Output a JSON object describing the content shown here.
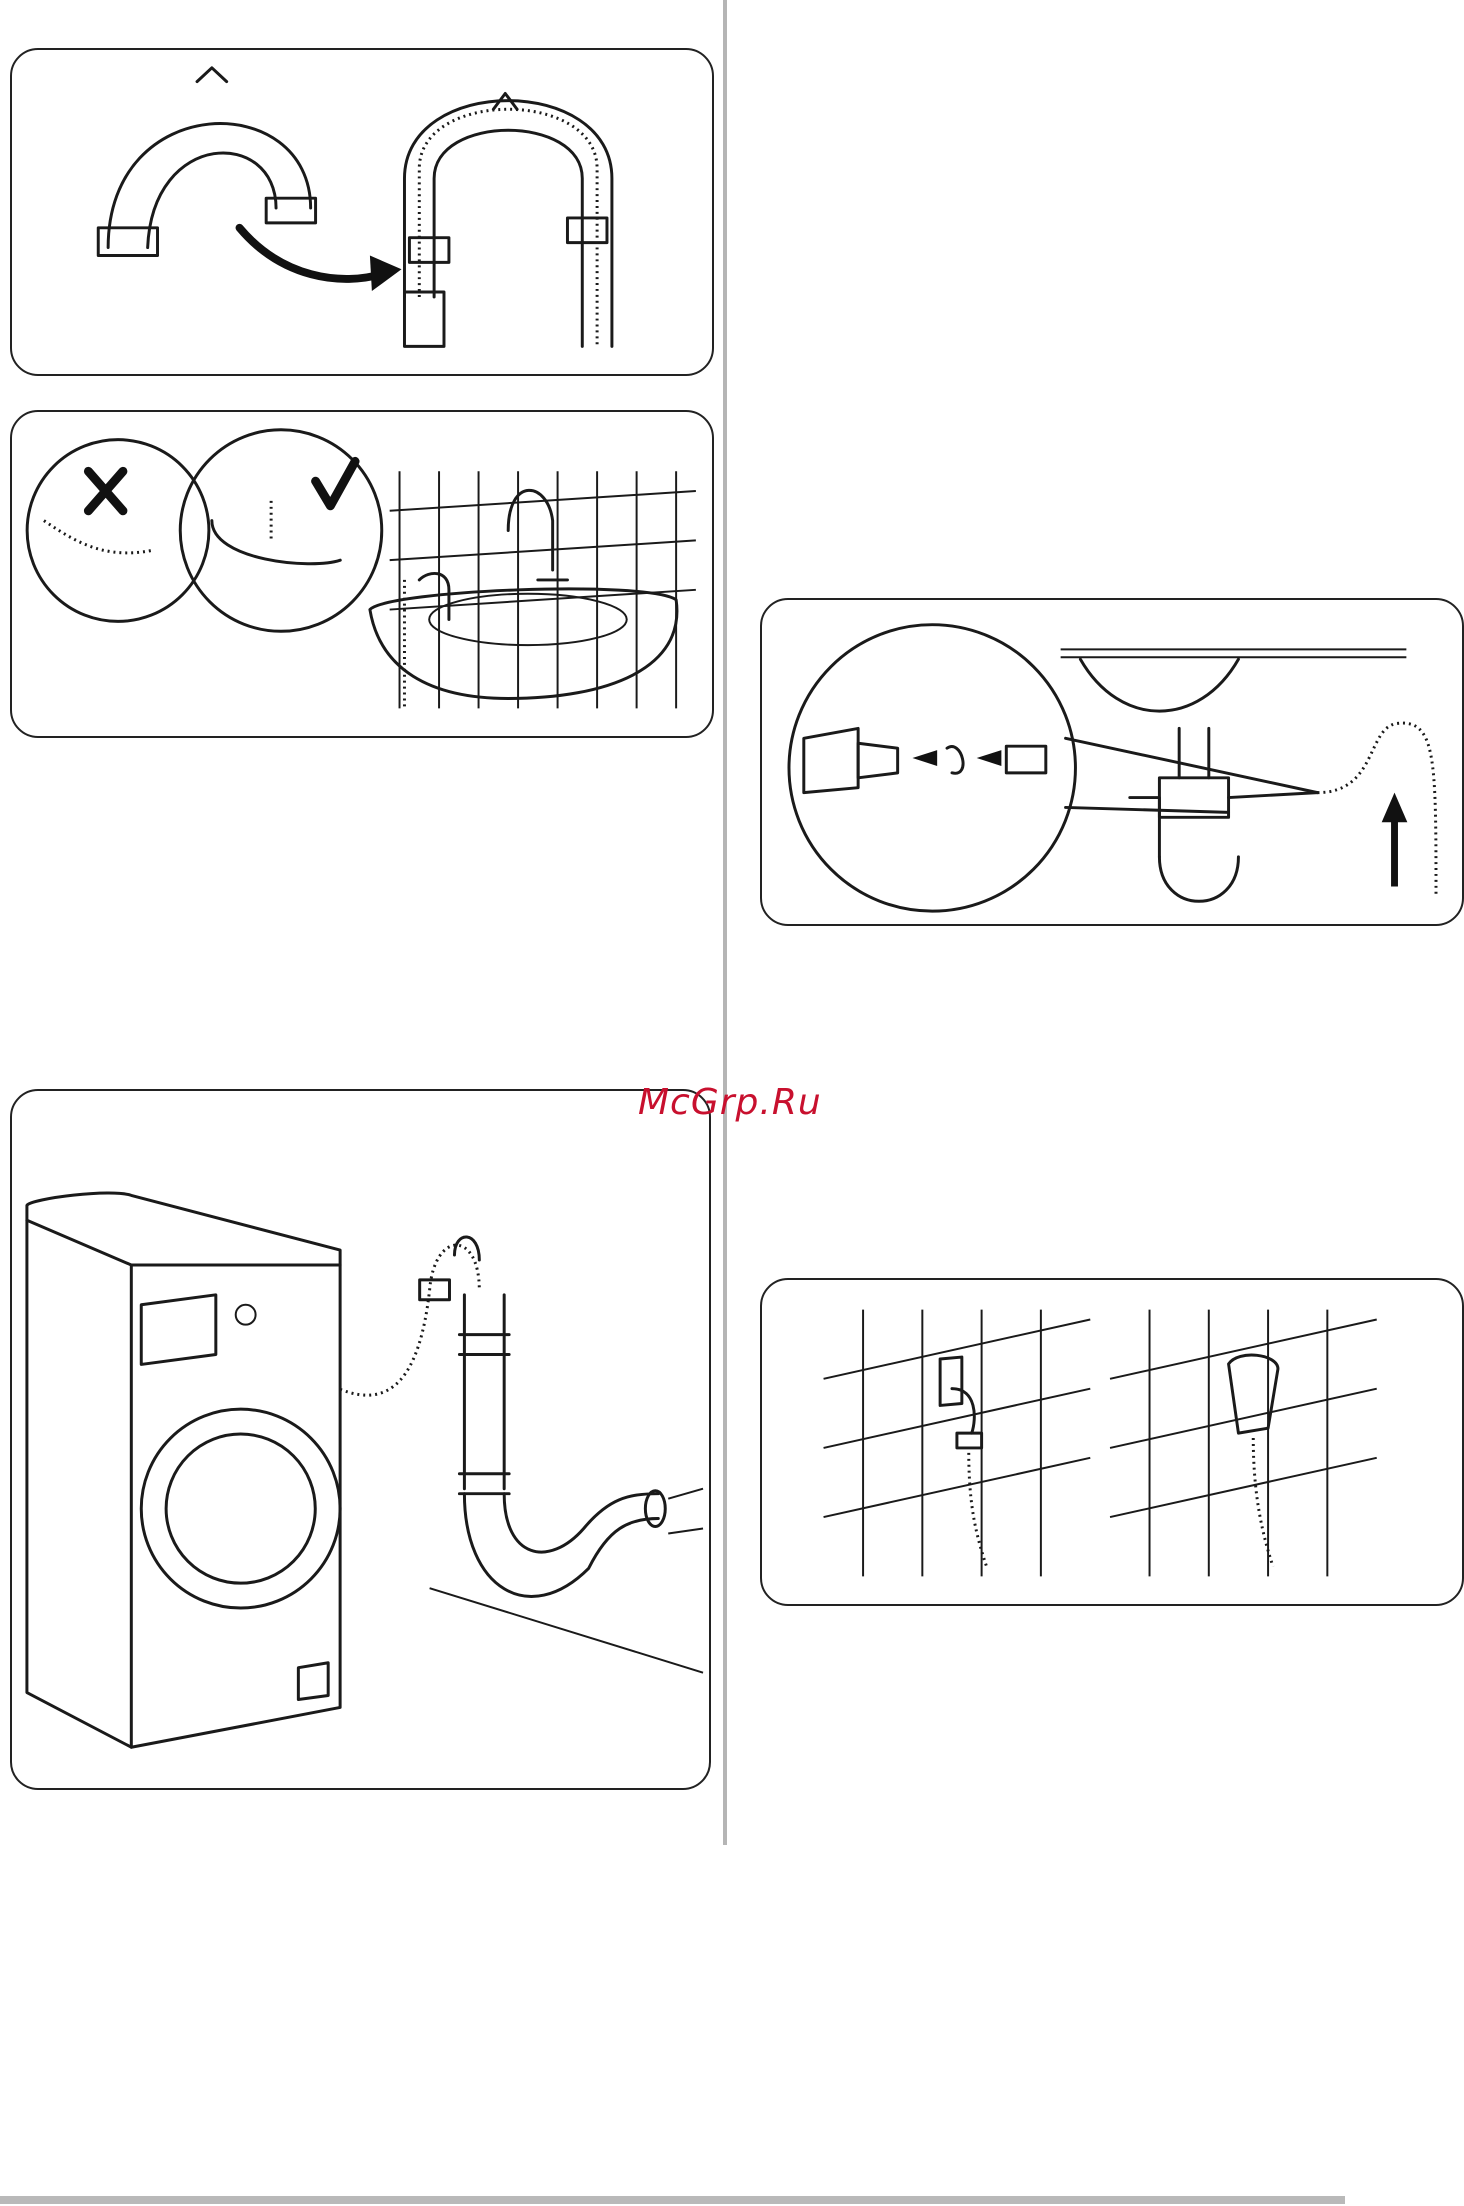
{
  "page": {
    "watermark": "McGrp.Ru"
  },
  "figures": [
    {
      "id": "fig-hose-guide",
      "icon": "hose-guide-illustration"
    },
    {
      "id": "fig-sink-hook",
      "icon": "sink-hook-illustration"
    },
    {
      "id": "fig-standpipe",
      "icon": "standpipe-drain-illustration"
    },
    {
      "id": "fig-sink-trap",
      "icon": "sink-trap-spigot-illustration"
    },
    {
      "id": "fig-wall-drain",
      "icon": "wall-drain-connection-illustration"
    }
  ]
}
